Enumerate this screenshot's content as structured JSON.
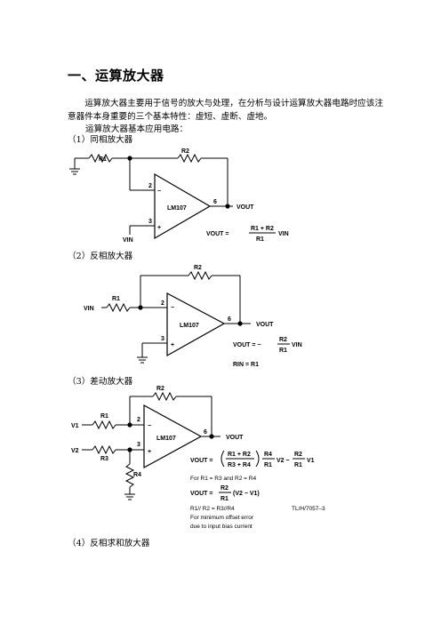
{
  "section": {
    "title": "一、运算放大器"
  },
  "intro": {
    "p1": "运算放大器主要用于信号的放大与处理，在分析与设计运算放大器电路时应该注意器件本身重要的三个基本特性：虚短、虚断、虚地。",
    "p2": "运算放大器基本应用电路："
  },
  "captions": {
    "c1": "（1）同相放大器",
    "c2": "（2）反相放大器",
    "c3": "（3）差动放大器",
    "c4": "（4）反相求和放大器"
  },
  "circuit1": {
    "r1": "R1",
    "r2": "R2",
    "pin2": "2",
    "pin3": "3",
    "pin6": "6",
    "minus": "−",
    "plus": "+",
    "amp": "LM107",
    "vout": "VOUT",
    "vin": "VIN",
    "formula": {
      "lhs": "VOUT =",
      "num": "R1 + R2",
      "den": "R1",
      "tail": "VIN"
    }
  },
  "circuit2": {
    "r1": "R1",
    "r2": "R2",
    "pin2": "2",
    "pin3": "3",
    "pin6": "6",
    "minus": "−",
    "plus": "+",
    "amp": "LM107",
    "vout": "VOUT",
    "vin": "VIN",
    "formula": {
      "lhs": "VOUT = −",
      "num": "R2",
      "den": "R1",
      "tail": "VIN"
    },
    "rin": "RIN = R1"
  },
  "circuit3": {
    "r1": "R1",
    "r2": "R2",
    "r3": "R3",
    "r4": "R4",
    "pin2": "2",
    "pin3": "3",
    "pin6": "6",
    "minus": "−",
    "plus": "+",
    "amp": "LM107",
    "vout": "VOUT",
    "v1": "V1",
    "v2": "V2",
    "formula": {
      "lhs": "VOUT =",
      "frac1_num": "R1 + R2",
      "frac1_den": "R3 + R4",
      "frac2_num": "R4",
      "frac2_den": "R1",
      "mid": "V2 −",
      "frac3_num": "R2",
      "frac3_den": "R1",
      "tail": "V1"
    },
    "cond": "For R1 = R3 and R2 = R4",
    "formula2": {
      "lhs": "VOUT =",
      "num": "R2",
      "den": "R1",
      "tail": "(V2 − V1)"
    },
    "par": "R1// R2 = R3//R4",
    "ref": "TL/H/7057–3",
    "note1": "For minimum offset error",
    "note2": "due to input bias current"
  }
}
